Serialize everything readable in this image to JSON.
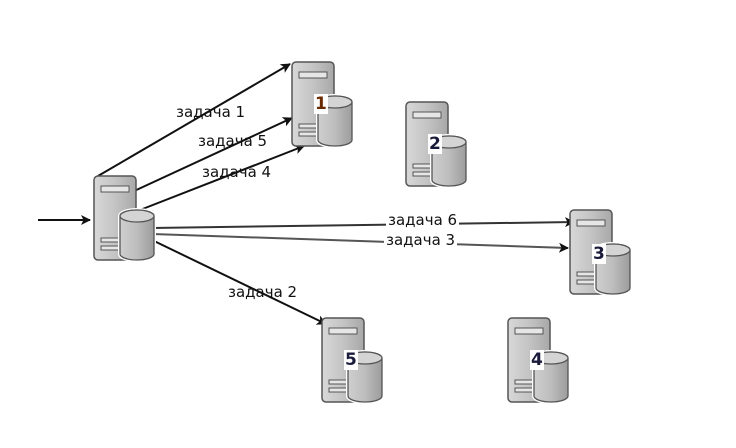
{
  "diagram": {
    "type": "task-distribution",
    "dispatcher": {
      "name": "dispatcher-server"
    },
    "servers": [
      {
        "id": "1",
        "label": "1"
      },
      {
        "id": "2",
        "label": "2"
      },
      {
        "id": "3",
        "label": "3"
      },
      {
        "id": "4",
        "label": "4"
      },
      {
        "id": "5",
        "label": "5"
      }
    ],
    "tasks": [
      {
        "label": "задача 1",
        "target": "1"
      },
      {
        "label": "задача 5",
        "target": "1"
      },
      {
        "label": "задача 4",
        "target": "1"
      },
      {
        "label": "задача 6",
        "target": "3"
      },
      {
        "label": "задача 3",
        "target": "3"
      },
      {
        "label": "задача 2",
        "target": "5"
      }
    ],
    "colors": {
      "server_body": "#c8c8c8",
      "server_outline": "#555555",
      "arrow": "#111111",
      "arrow_grey": "#555555",
      "num1": "#8a4a00",
      "background": "#ffffff"
    }
  }
}
